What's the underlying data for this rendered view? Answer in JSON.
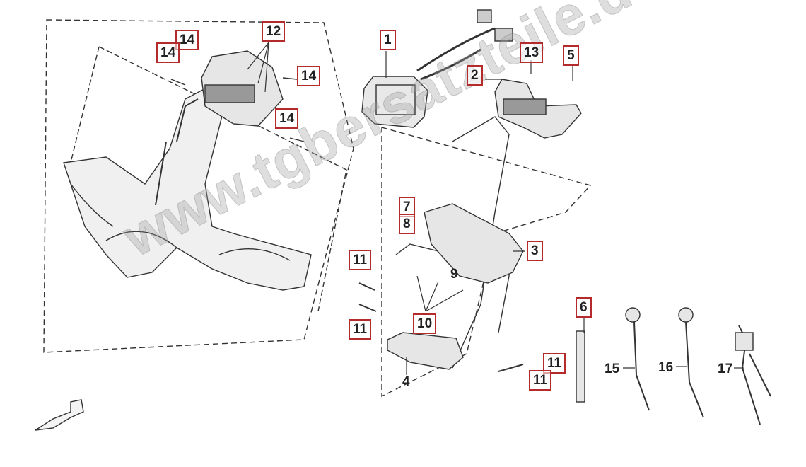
{
  "watermark": "www.tgbersatzteile.de",
  "callouts": {
    "c1": "1",
    "c2": "2",
    "c3": "3",
    "c4": "4",
    "c5": "5",
    "c6": "6",
    "c7": "7",
    "c8": "8",
    "c9": "9",
    "c10": "10",
    "c11a": "11",
    "c11b": "11",
    "c11c": "11",
    "c11d": "11",
    "c12": "12",
    "c13": "13",
    "c14a": "14",
    "c14b": "14",
    "c14c": "14",
    "c14d": "14",
    "c15": "15",
    "c16": "16",
    "c17": "17"
  },
  "colors": {
    "callout_box": "#b52a2a",
    "line": "#333333",
    "part_fill": "#e6e6e6"
  }
}
